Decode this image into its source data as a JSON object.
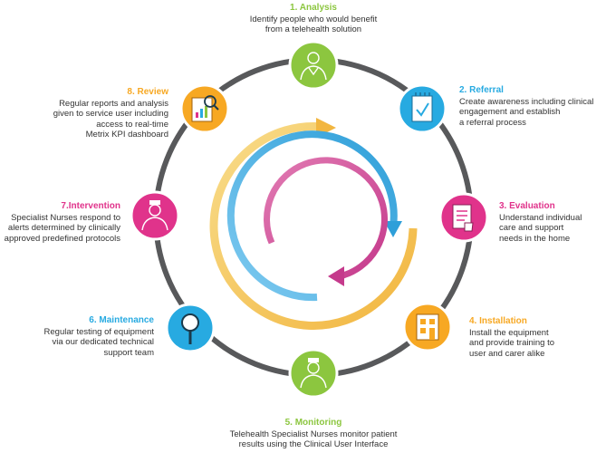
{
  "colors": {
    "ring": "#58595b",
    "analysis": "#8cc63f",
    "referral": "#27aae1",
    "evaluation": "#e0338b",
    "installation": "#f7a823",
    "monitoring": "#8cc63f",
    "maintenance": "#27aae1",
    "intervention": "#e0338b",
    "review": "#f7a823",
    "arc_yellow": "#f5d27a",
    "arc_blue": "#4fb3e8",
    "arc_pink": "#d24d9a"
  },
  "steps": {
    "analysis": {
      "title": "1. Analysis",
      "lines": [
        "Identify people who would benefit",
        "from a telehealth solution"
      ],
      "icon": "person-icon"
    },
    "referral": {
      "title": "2. Referral",
      "lines": [
        "Create awareness including clinical",
        "engagement and establish",
        "a referral process"
      ],
      "icon": "notepad-icon"
    },
    "evaluation": {
      "title": "3. Evaluation",
      "lines": [
        "Understand individual",
        "care and support",
        "needs in the home"
      ],
      "icon": "clipboard-hand-icon"
    },
    "installation": {
      "title": "4. Installation",
      "lines": [
        "Install the equipment",
        "and provide training to",
        "user and carer alike"
      ],
      "icon": "house-icon"
    },
    "monitoring": {
      "title": "5. Monitoring",
      "lines": [
        "Telehealth Specialist Nurses monitor patient",
        "results using the Clinical User Interface"
      ],
      "icon": "nurse-icon"
    },
    "maintenance": {
      "title": "6. Maintenance",
      "lines": [
        "Regular testing of equipment",
        "via our dedicated technical",
        "support team"
      ],
      "icon": "magnifier-icon"
    },
    "intervention": {
      "title": "7.Intervention",
      "lines": [
        "Specialist Nurses respond to",
        "alerts determined by clinically",
        "approved predefined protocols"
      ],
      "icon": "nurse-icon"
    },
    "review": {
      "title": "8. Review",
      "lines": [
        "Regular reports and analysis",
        "given to service user including",
        "access to real-time",
        "Metrix KPI dashboard"
      ],
      "icon": "report-chart-icon"
    }
  }
}
